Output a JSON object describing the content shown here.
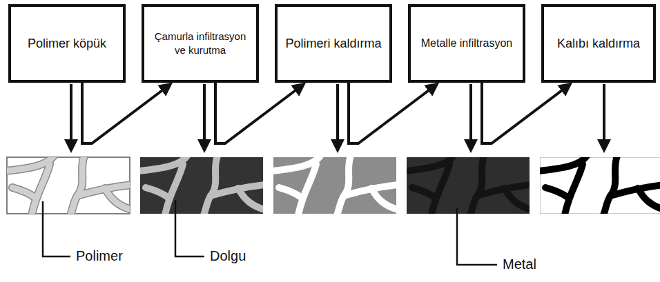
{
  "diagram": {
    "nodes": [
      {
        "text": [
          "Polimer köpük"
        ]
      },
      {
        "text": [
          "Çamurla infiltrasyon ve kurutma"
        ]
      },
      {
        "text": [
          "Polimeri kaldırma"
        ]
      },
      {
        "text": [
          "Metalle infiltrasyon"
        ]
      },
      {
        "text": [
          "Kalıbı kaldırma"
        ]
      }
    ],
    "edges": [
      {
        "from": 0,
        "to": 1,
        "arrow": "to"
      },
      {
        "from": 1,
        "to": 2,
        "arrow": "to"
      },
      {
        "from": 2,
        "to": 3,
        "arrow": "to"
      },
      {
        "from": 3,
        "to": 4,
        "arrow": "to"
      }
    ],
    "labels": [
      "Polimer",
      "Dolgu",
      "Metal"
    ]
  }
}
